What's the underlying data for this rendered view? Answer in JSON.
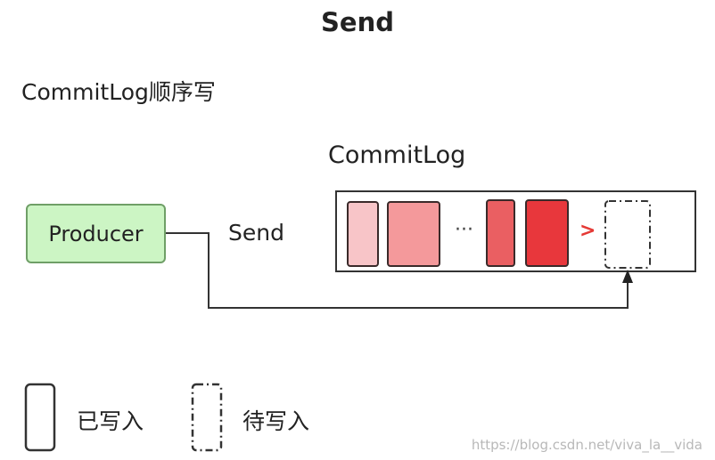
{
  "title": "Send",
  "subtitle": "CommitLog顺序写",
  "commitlog_label": "CommitLog",
  "producer_label": "Producer",
  "send_label": "Send",
  "ellipsis": "···",
  "pointer_symbol": ">",
  "legend": {
    "written": "已写入",
    "pending": "待写入"
  },
  "watermark": "https://blog.csdn.net/viva_la__vida",
  "colors": {
    "producer_fill": "#ccf5c4",
    "producer_border": "#6f9f67",
    "block_1": "#f8c5c8",
    "block_2": "#f4999b",
    "block_3": "#ea5f62",
    "block_4": "#e8373c",
    "pointer": "#e53935"
  }
}
